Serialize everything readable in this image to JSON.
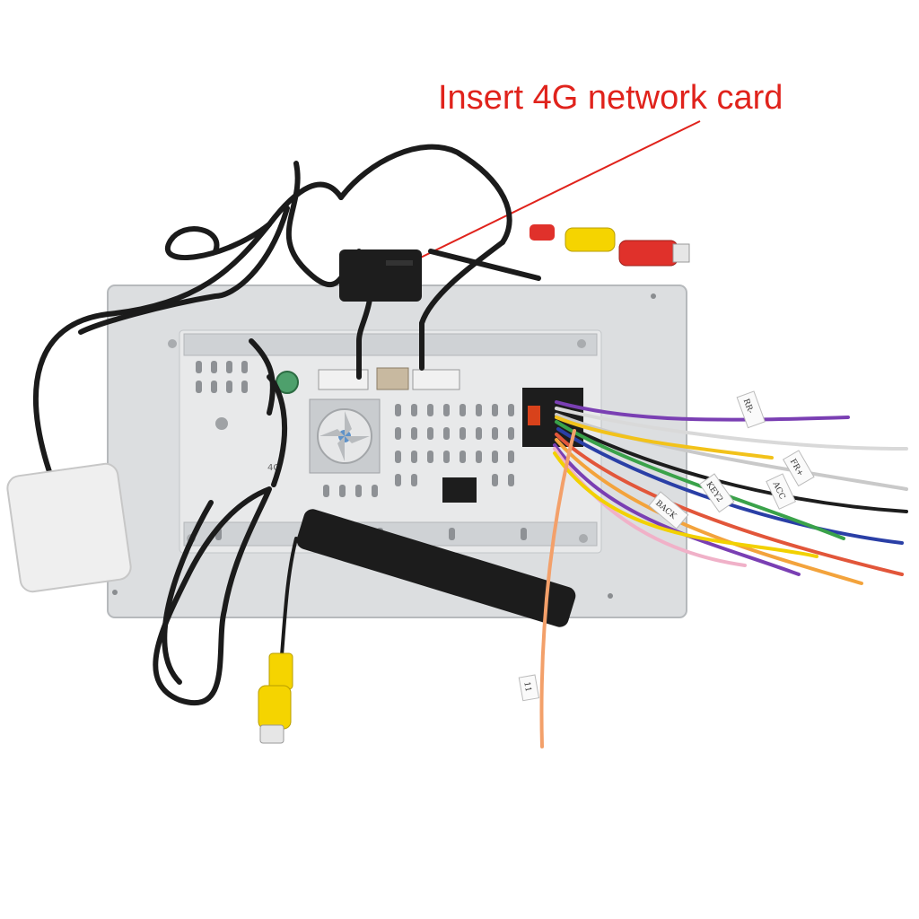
{
  "annotation": {
    "text": "Insert 4G network card",
    "color": "#e0231c"
  },
  "port_label": "4G",
  "wire_tags": [
    "RR-",
    "FR+",
    "ACC",
    "BACK",
    "KEY2",
    "11"
  ],
  "colors": {
    "panel": "#d9dbdd",
    "panel_edge": "#b9bcbf",
    "cable": "#1b1b1b",
    "gps_box": "#eeeeee",
    "rca_yellow": "#f5d400",
    "rca_red": "#e0312b",
    "antenna": "#1c1c1c"
  }
}
